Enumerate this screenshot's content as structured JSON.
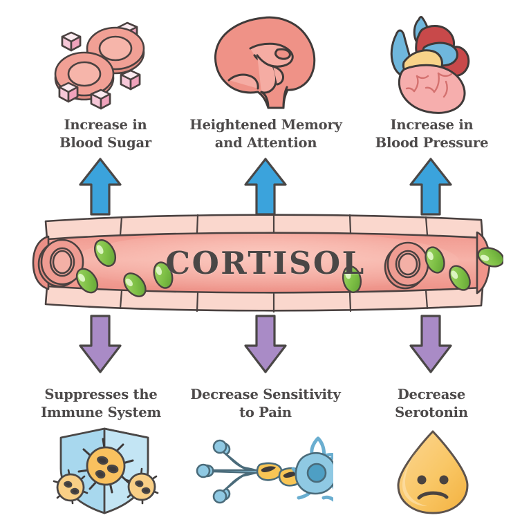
{
  "title": "Cortisol Effects Infographic",
  "center": {
    "hormone_label": "CORTISOL",
    "element": "blood-vessel-with-cortisol-molecules",
    "vessel_wall_color": "#f8d5cb",
    "vessel_lumen_color": "#ef8e84",
    "molecule_color": "#7ec24a",
    "blood_cell_color": "#ea8c84"
  },
  "colors": {
    "increase_arrow": "#3ba3dc",
    "decrease_arrow": "#a98bc6",
    "text": "#4d4a4a",
    "outline": "#4a4746",
    "background": "#ffffff"
  },
  "increase_effects": {
    "arrow_direction": "up",
    "arrow_icon": "arrow-up-icon",
    "items": [
      {
        "line1": "Increase in",
        "line2": "Blood Sugar",
        "icon": "red-blood-cells-with-sugar-cubes-icon"
      },
      {
        "line1": "Heightened Memory",
        "line2": "and Attention",
        "icon": "brain-icon"
      },
      {
        "line1": "Increase in",
        "line2": "Blood Pressure",
        "icon": "heart-icon"
      }
    ]
  },
  "decrease_effects": {
    "arrow_direction": "down",
    "arrow_icon": "arrow-down-icon",
    "items": [
      {
        "line1": "Suppresses the",
        "line2": "Immune System",
        "icon": "shield-with-germs-icon"
      },
      {
        "line1": "Decrease Sensitivity",
        "line2": "to Pain",
        "icon": "neuron-icon"
      },
      {
        "line1": "Decrease",
        "line2": "Serotonin",
        "icon": "sad-face-droplet-icon"
      }
    ]
  }
}
